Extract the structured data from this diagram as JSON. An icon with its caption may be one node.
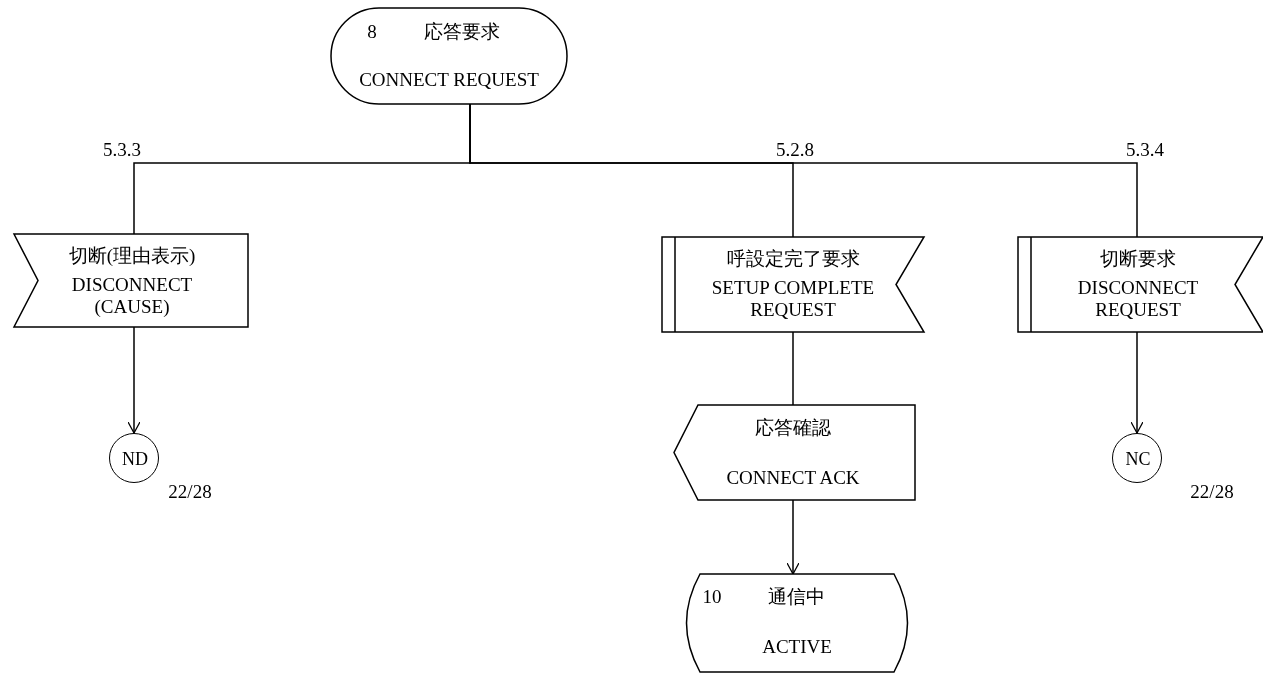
{
  "diagram": {
    "nodes": [
      {
        "text": [
          "8",
          "応答要求",
          "CONNECT REQUEST"
        ]
      },
      {
        "text": [
          "切断(理由表示)",
          "DISCONNECT (CAUSE)"
        ]
      },
      {
        "text": [
          "呼設定完了要求",
          "SETUP COMPLETE REQUEST"
        ]
      },
      {
        "text": [
          "切断要求",
          "DISCONNECT REQUEST"
        ]
      },
      {
        "text": [
          "ND"
        ],
        "beside": [
          "22/28"
        ]
      },
      {
        "text": [
          "応答確認",
          "CONNECT ACK"
        ]
      },
      {
        "text": [
          "NC"
        ],
        "beside": [
          "22/28"
        ]
      },
      {
        "text": [
          "10",
          "通信中",
          "ACTIVE"
        ]
      }
    ],
    "edges": [
      {
        "from": 0,
        "to": 1,
        "arrow": "none",
        "label": "5.3.3"
      },
      {
        "from": 0,
        "to": 2,
        "arrow": "none",
        "label": "5.2.8"
      },
      {
        "from": 0,
        "to": 3,
        "arrow": "none",
        "label": "5.3.4"
      },
      {
        "from": 1,
        "to": 4,
        "arrow": "to"
      },
      {
        "from": 2,
        "to": 5,
        "arrow": "none"
      },
      {
        "from": 5,
        "to": 7,
        "arrow": "to"
      },
      {
        "from": 3,
        "to": 6,
        "arrow": "to"
      }
    ]
  }
}
